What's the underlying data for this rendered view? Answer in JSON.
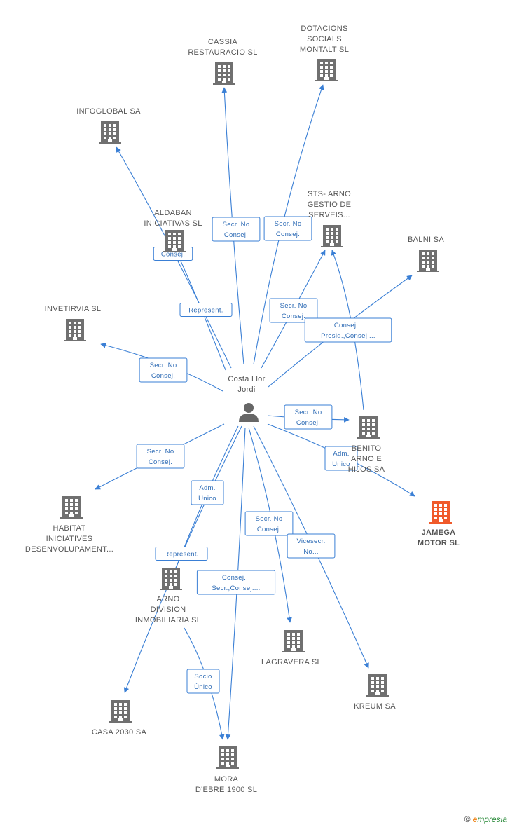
{
  "colors": {
    "edge": "#3a7fd5",
    "building": "#707070",
    "building_highlight": "#f05a2a",
    "label": "#555555",
    "edge_text": "#2d6bb5"
  },
  "person": {
    "id": "costa",
    "lines": [
      "Costa Llor",
      "Jordi"
    ],
    "icon": "person-icon"
  },
  "companies": [
    {
      "id": "cassia",
      "lines": [
        "CASSIA",
        "RESTAURACIO SL"
      ],
      "highlight": false
    },
    {
      "id": "dotacions",
      "lines": [
        "DOTACIONS",
        "SOCIALS",
        "MONTALT SL"
      ],
      "highlight": false
    },
    {
      "id": "infoglobal",
      "lines": [
        "INFOGLOBAL SA"
      ],
      "highlight": false
    },
    {
      "id": "aldaban",
      "lines": [
        "ALDABAN",
        "INICIATIVAS SL"
      ],
      "highlight": false
    },
    {
      "id": "sts",
      "lines": [
        "STS- ARNO",
        "GESTIO DE",
        "SERVEIS..."
      ],
      "highlight": false
    },
    {
      "id": "balni",
      "lines": [
        "BALNI SA"
      ],
      "highlight": false
    },
    {
      "id": "invetirvia",
      "lines": [
        "INVETIRVIA SL"
      ],
      "highlight": false
    },
    {
      "id": "benito",
      "lines": [
        "BENITO",
        "ARNO E",
        "HIJOS SA"
      ],
      "highlight": false
    },
    {
      "id": "jamega",
      "lines": [
        "JAMEGA",
        "MOTOR SL"
      ],
      "highlight": true
    },
    {
      "id": "habitat",
      "lines": [
        "HABITAT",
        "INICIATIVES",
        "DESENVOLUPAMENT..."
      ],
      "highlight": false
    },
    {
      "id": "arno",
      "lines": [
        "ARNO",
        "DIVISION",
        "INMOBILIARIA SL"
      ],
      "highlight": false
    },
    {
      "id": "lagravera",
      "lines": [
        "LAGRAVERA SL"
      ],
      "highlight": false
    },
    {
      "id": "kreum",
      "lines": [
        "KREUM SA"
      ],
      "highlight": false
    },
    {
      "id": "casa2030",
      "lines": [
        "CASA 2030 SA"
      ],
      "highlight": false
    },
    {
      "id": "mora",
      "lines": [
        "MORA",
        "D'EBRE 1900 SL"
      ],
      "highlight": false
    }
  ],
  "edges": [
    {
      "from": "costa",
      "to": "cassia",
      "lines": [
        "Secr.  No",
        "Consej."
      ]
    },
    {
      "from": "costa",
      "to": "dotacions",
      "lines": [
        "Secr.  No",
        "Consej."
      ]
    },
    {
      "from": "costa",
      "to": "infoglobal",
      "lines": [
        "Consej."
      ]
    },
    {
      "from": "costa",
      "to": "aldaban",
      "lines": [
        "Represent."
      ]
    },
    {
      "from": "costa",
      "to": "sts",
      "lines": [
        "Secr.  No",
        "Consej."
      ]
    },
    {
      "from": "costa",
      "to": "balni",
      "lines": [
        "Consej. ,",
        "Presid.,Consej...."
      ]
    },
    {
      "from": "costa",
      "to": "invetirvia",
      "lines": [
        "Secr.  No",
        "Consej."
      ]
    },
    {
      "from": "costa",
      "to": "benito",
      "lines": [
        "Secr.  No",
        "Consej."
      ]
    },
    {
      "from": "benito",
      "to": "sts",
      "lines": []
    },
    {
      "from": "costa",
      "to": "jamega",
      "lines": [
        "Adm.",
        "Unico"
      ]
    },
    {
      "from": "costa",
      "to": "habitat",
      "lines": [
        "Secr.  No",
        "Consej."
      ]
    },
    {
      "from": "costa",
      "to": "arno",
      "lines": [
        "Represent."
      ]
    },
    {
      "from": "costa",
      "to": "casa2030",
      "lines": [
        "Adm.",
        "Unico"
      ]
    },
    {
      "from": "costa",
      "to": "lagravera",
      "lines": [
        "Secr.  No",
        "Consej."
      ]
    },
    {
      "from": "costa",
      "to": "kreum",
      "lines": [
        "Vicesecr.",
        "No..."
      ]
    },
    {
      "from": "costa",
      "to": "mora",
      "lines": [
        "Consej. ,",
        "Secr.,Consej...."
      ]
    },
    {
      "from": "arno",
      "to": "mora",
      "lines": [
        "Socio",
        "Único"
      ]
    }
  ],
  "footer": {
    "copyright": "©",
    "brand_initial": "e",
    "brand_rest": "mpresia"
  }
}
